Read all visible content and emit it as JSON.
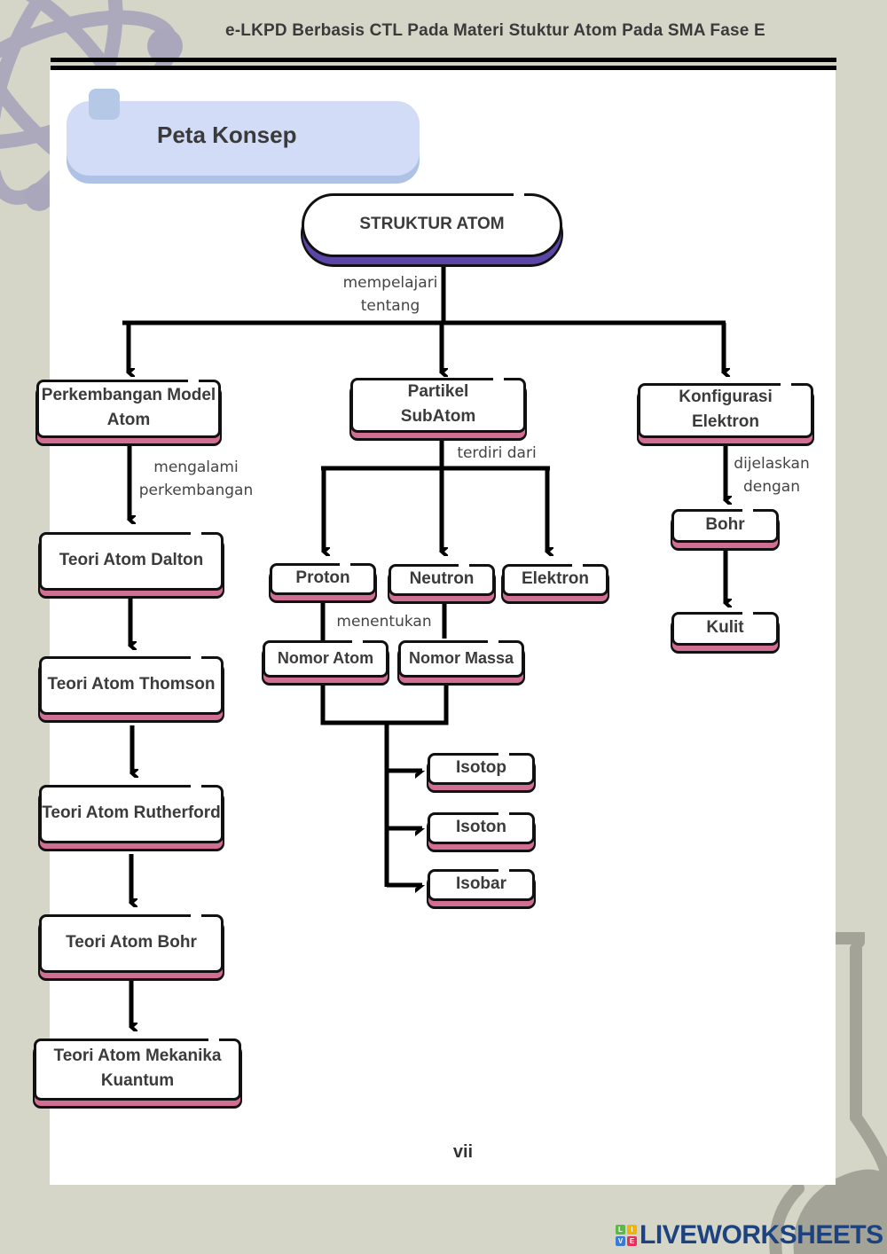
{
  "header": {
    "title": "e-LKPD  Berbasis CTL Pada Materi Stuktur Atom Pada SMA Fase E"
  },
  "section": {
    "title": "Peta Konsep"
  },
  "concept_map": {
    "root": "STRUKTUR ATOM",
    "root_link": "mempelajari tentang",
    "branches": {
      "model": {
        "label": "Perkembangan Model Atom",
        "link": "mengalami perkembangan",
        "children": [
          "Teori Atom Dalton",
          "Teori Atom Thomson",
          "Teori Atom Rutherford",
          "Teori Atom Bohr",
          "Teori Atom Mekanika Kuantum"
        ]
      },
      "particle": {
        "label": "Partikel SubAtom",
        "link": "terdiri dari",
        "children": [
          "Proton",
          "Neutron",
          "Elektron"
        ],
        "determines_link": "menentukan",
        "numbers": [
          "Nomor Atom",
          "Nomor Massa"
        ],
        "results": [
          "Isotop",
          "Isoton",
          "Isobar"
        ]
      },
      "config": {
        "label": "Konfigurasi Elektron",
        "link": "dijelaskan dengan",
        "children": [
          "Bohr",
          "Kulit"
        ]
      }
    }
  },
  "footer": {
    "page_number": "vii",
    "brand": "LIVEWORKSHEETS",
    "brand_letters": [
      "L",
      "I",
      "V",
      "E"
    ]
  },
  "colors": {
    "background": "#d6d6c8",
    "title_box": "#d3dcf7",
    "root_accent": "#5b45a6",
    "node_accent": "#d06e93",
    "brand": "#1c4280"
  }
}
